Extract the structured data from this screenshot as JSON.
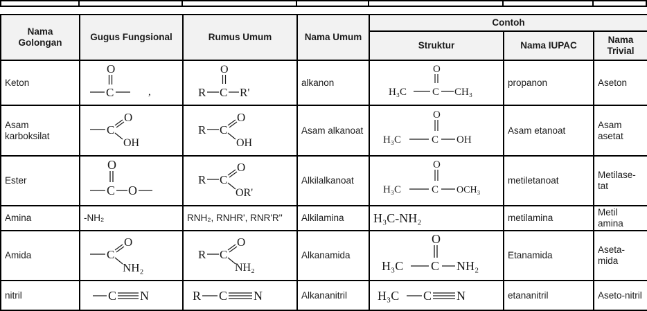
{
  "headers": {
    "nama_golongan": "Nama Golongan",
    "gugus_fungsional": "Gugus Fungsional",
    "rumus_umum": "Rumus Umum",
    "nama_umum": "Nama Umum",
    "contoh": "Contoh",
    "struktur": "Struktur",
    "nama_iupac": "Nama IUPAC",
    "nama_trivial": "Nama Trivial"
  },
  "rows": [
    {
      "golongan": "Keton",
      "nama_umum": "alkanon",
      "iupac": "propanon",
      "trivial": "Aseton",
      "gugus": {
        "o": "O",
        "c": "C",
        "sep": ","
      },
      "rumus": {
        "o": "O",
        "r": "R",
        "c": "C",
        "r2": "R'"
      },
      "struktur": {
        "o": "O",
        "left": "H₃C",
        "c": "C",
        "right": "CH₃"
      }
    },
    {
      "golongan": "Asam karboksilat",
      "nama_umum": "Asam alkanoat",
      "iupac": "Asam etanoat",
      "trivial": "Asam asetat",
      "gugus": {
        "c": "C",
        "o": "O",
        "oh": "OH"
      },
      "rumus": {
        "r": "R",
        "c": "C",
        "o": "O",
        "oh": "OH"
      },
      "struktur": {
        "o": "O",
        "left": "H₃C",
        "c": "C",
        "right": "OH"
      }
    },
    {
      "golongan": "Ester",
      "nama_umum": "Alkilalkanoat",
      "iupac": "metiletanoat",
      "trivial": "Metilase-tat",
      "gugus": {
        "o": "O",
        "c": "C",
        "o2": "O"
      },
      "rumus": {
        "r": "R",
        "c": "C",
        "o": "O",
        "or": "OR'"
      },
      "struktur": {
        "o": "O",
        "left": "H₃C",
        "c": "C",
        "right": "OCH₃"
      }
    },
    {
      "golongan": "Amina",
      "nama_umum": "Alkilamina",
      "iupac": "metilamina",
      "trivial": "Metil amina",
      "gugus_text": "-NH₂",
      "rumus_text": "RNH₂, RNHR', RNR'R''",
      "struktur_text": "H₃C-NH₂"
    },
    {
      "golongan": "Amida",
      "nama_umum": "Alkanamida",
      "iupac": "Etanamida",
      "trivial": "Aseta-mida",
      "gugus": {
        "c": "C",
        "o": "O",
        "nh2": "NH₂"
      },
      "rumus": {
        "r": "R",
        "c": "C",
        "o": "O",
        "nh2": "NH₂"
      },
      "struktur": {
        "o": "O",
        "left": "H₃C",
        "c": "C",
        "right": "NH₂"
      }
    },
    {
      "golongan": "nitril",
      "nama_umum": "Alkananitril",
      "iupac": "etananitril",
      "trivial": "Aseto-nitril",
      "gugus": {
        "c": "C",
        "n": "N"
      },
      "rumus": {
        "r": "R",
        "c": "C",
        "n": "N"
      },
      "struktur": {
        "left": "H₃C",
        "c": "C",
        "n": "N"
      }
    }
  ]
}
